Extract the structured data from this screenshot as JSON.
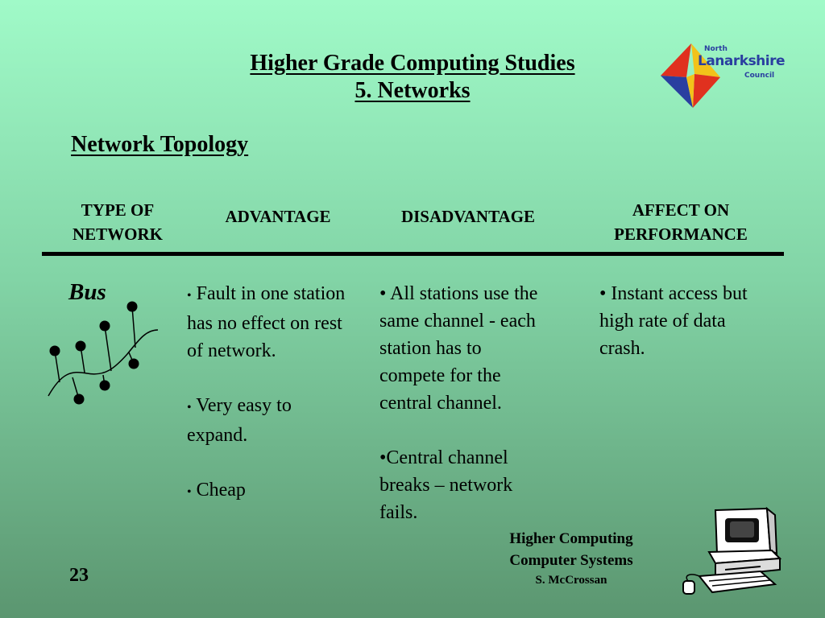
{
  "title": {
    "line1": "Higher Grade Computing Studies",
    "line2": " 5. Networks"
  },
  "logo": {
    "line1": "North",
    "line2": "Lanarkshire",
    "line3": "Council"
  },
  "heading": "Network Topology",
  "columns": {
    "type": {
      "line1": "TYPE OF",
      "line2": "NETWORK"
    },
    "advantage": "ADVANTAGE",
    "disadvantage": "DISADVANTAGE",
    "performance": {
      "line1": "AFFECT ON",
      "line2": "PERFORMANCE"
    }
  },
  "row": {
    "type": "Bus",
    "advantages": [
      "Fault in one station has no effect on rest of network.",
      "Very easy to expand.",
      "Cheap"
    ],
    "disadvantages": [
      "All stations use the same channel - each station has to compete for the central channel.",
      "Central channel breaks – network fails."
    ],
    "performance": "Instant access but high rate of data crash."
  },
  "footer": {
    "line1": "Higher Computing",
    "line2": "Computer Systems",
    "line3": "S. McCrossan"
  },
  "page_number": "23",
  "colors": {
    "background_top": "#a0fac8",
    "background_bottom": "#5b9670",
    "logo_red": "#e0311f",
    "logo_yellow": "#f2c21a",
    "logo_blue": "#2a3fa0"
  }
}
